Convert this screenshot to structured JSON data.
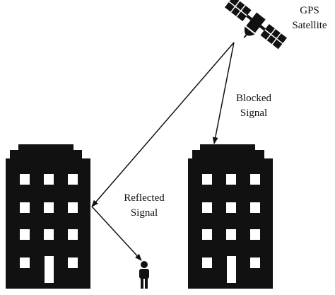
{
  "labels": {
    "satellite_line1": "GPS",
    "satellite_line2": "Satellite",
    "blocked_line1": "Blocked",
    "blocked_line2": "Signal",
    "reflected_line1": "Reflected",
    "reflected_line2": "Signal"
  },
  "colors": {
    "ink": "#111111",
    "window": "#ffffff",
    "background": "#ffffff"
  },
  "icons": {
    "satellite": "satellite-icon",
    "person": "person-icon",
    "building_left": "building-icon",
    "building_right": "building-icon"
  }
}
